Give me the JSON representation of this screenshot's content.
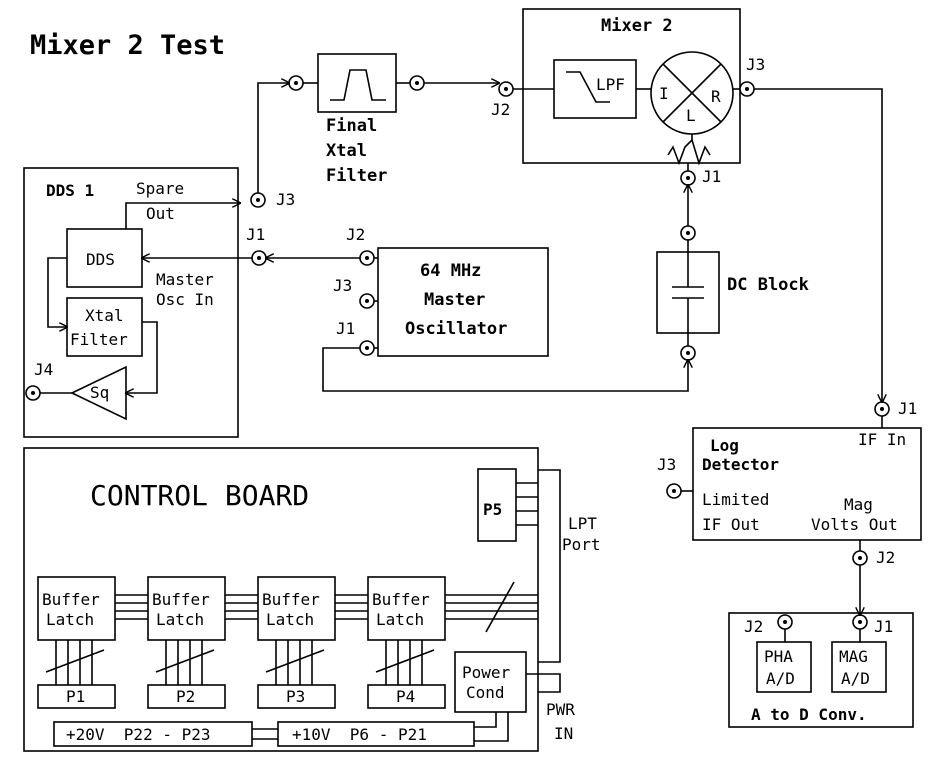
{
  "title": "Mixer 2 Test",
  "final_filter": {
    "line1": "Final",
    "line2": "Xtal",
    "line3": "Filter"
  },
  "mixer2": {
    "title": "Mixer 2",
    "lpf": "LPF",
    "port_i": "I",
    "port_r": "R",
    "port_l": "L",
    "j1": "J1",
    "j2": "J2",
    "j3": "J3"
  },
  "dds1": {
    "title": "DDS 1",
    "spare1": "Spare",
    "spare2": "Out",
    "dds": "DDS",
    "xtal1": "Xtal",
    "xtal2": "Filter",
    "sq": "Sq",
    "master1": "Master",
    "master2": "Osc In",
    "j1": "J1",
    "j3": "J3",
    "j4": "J4"
  },
  "oscillator": {
    "line1": "64 MHz",
    "line2": "Master",
    "line3": "Oscillator",
    "j1": "J1",
    "j2": "J2",
    "j3": "J3"
  },
  "dc_block": {
    "label": "DC Block"
  },
  "log_detector": {
    "line1": "Log",
    "line2": "Detector",
    "if_in": "IF In",
    "limited1": "Limited",
    "limited2": "IF Out",
    "mag1": "Mag",
    "mag2": "Volts Out",
    "j1": "J1",
    "j2": "J2",
    "j3": "J3"
  },
  "atod": {
    "pha1": "PHA",
    "pha2": "A/D",
    "mag1": "MAG",
    "mag2": "A/D",
    "title": "A to D Conv.",
    "j1": "J1",
    "j2": "J2"
  },
  "control": {
    "title": "CONTROL BOARD",
    "p5": "P5",
    "lpt1": "LPT",
    "lpt2": "Port",
    "latch_line1": "Buffer",
    "latch_line2": "Latch",
    "p1": "P1",
    "p2": "P2",
    "p3": "P3",
    "p4": "P4",
    "power1": "Power",
    "power2": "Cond",
    "pwr1": "PWR",
    "pwr2": "IN",
    "v20": "+20V  P22 - P23",
    "v10": "+10V  P6 - P21"
  },
  "colors": {
    "ink": "#000000",
    "background": "#ffffff"
  }
}
